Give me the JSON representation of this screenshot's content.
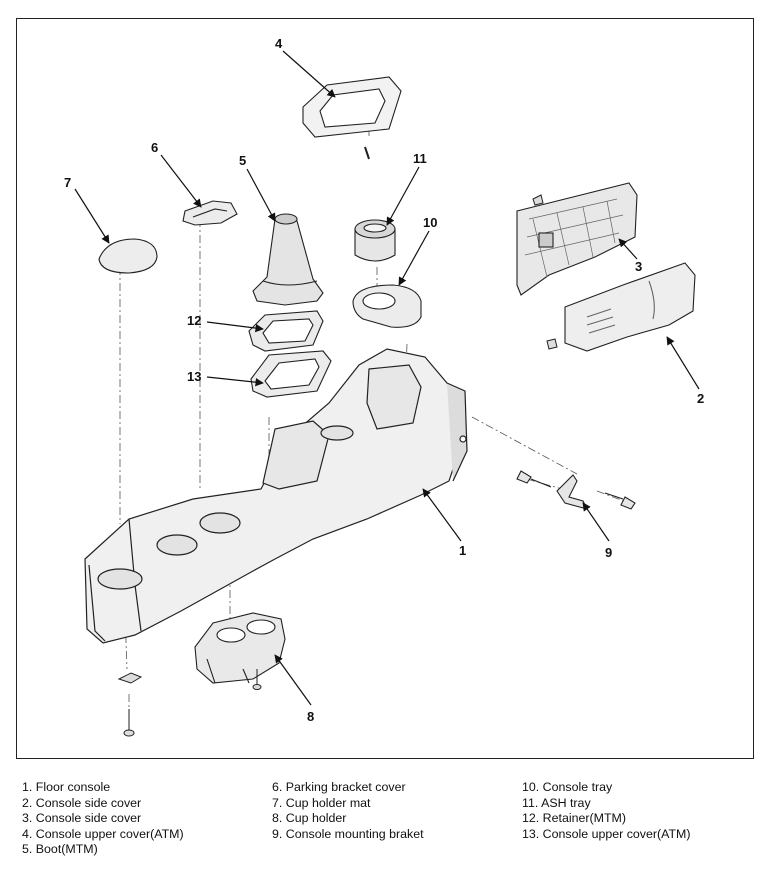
{
  "callouts": [
    "1",
    "2",
    "3",
    "4",
    "5",
    "6",
    "7",
    "8",
    "9",
    "10",
    "11",
    "12",
    "13"
  ],
  "legend": {
    "col1": [
      "1. Floor console",
      "2. Console side cover",
      "3. Console side cover",
      "4. Console upper cover(ATM)",
      "5. Boot(MTM)"
    ],
    "col2": [
      "6. Parking bracket cover",
      "7. Cup holder mat",
      "8. Cup holder",
      "9. Console mounting braket"
    ],
    "col3": [
      "10. Console tray",
      "11. ASH tray",
      "12. Retainer(MTM)",
      "13. Console upper cover(ATM)"
    ]
  }
}
